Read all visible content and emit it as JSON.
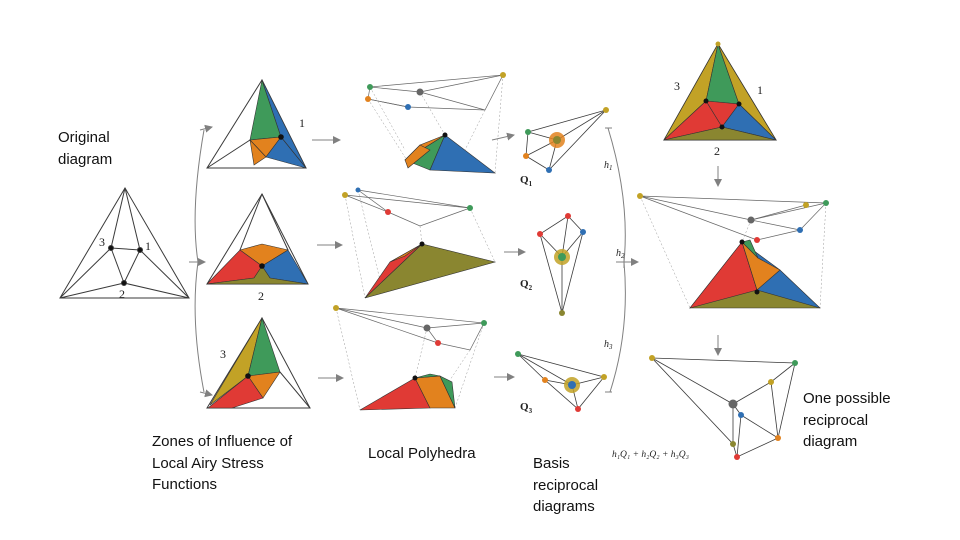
{
  "captions": {
    "original": "Original\ndiagram",
    "zones": "Zones of Influence of\nLocal Airy Stress\nFunctions",
    "polyhedra": "Local Polyhedra",
    "basis": "Basis\nreciprocal\ndiagrams",
    "possible": "One possible\nreciprocal\ndiagram"
  },
  "node_labels": {
    "n1": "1",
    "n2": "2",
    "n3": "3"
  },
  "basis_labels": {
    "q1": "Q",
    "q1_sub": "1",
    "q2": "Q",
    "q2_sub": "2",
    "q3": "Q",
    "q3_sub": "3",
    "h1": "h",
    "h1_sub": "1",
    "h2": "h",
    "h2_sub": "2",
    "h3": "h",
    "h3_sub": "3"
  },
  "formula": "h₁Q₁ + h₂Q₂ + h₃Q₃",
  "colors": {
    "green": "#3f9a5a",
    "orange": "#e2821e",
    "blue": "#2f6fb3",
    "red": "#e03a35",
    "olive": "#8a8630",
    "gold": "#c2a226",
    "line": "#3a3a3a",
    "arrow": "#808080"
  }
}
